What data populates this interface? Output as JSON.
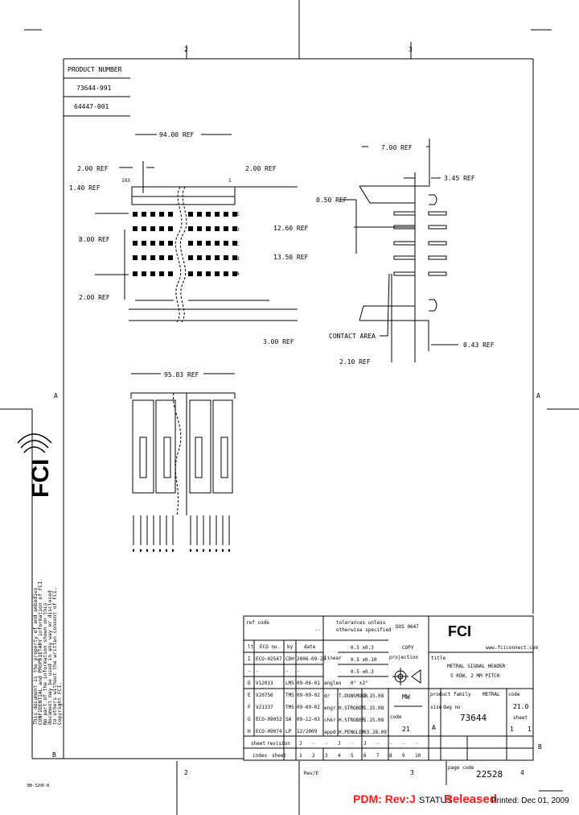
{
  "zones": {
    "top": [
      "2",
      "3"
    ],
    "bottom": [
      "2",
      "3",
      "4"
    ],
    "left": [
      "A",
      "B"
    ],
    "right": [
      "A",
      "B"
    ]
  },
  "product_table": {
    "header": "PRODUCT NUMBER",
    "rows": [
      "73644-991",
      "64447-001"
    ]
  },
  "front_view": {
    "overall": "94.00 REF",
    "pitch_left": "2.00 REF",
    "pitch_right": "2.00 REF",
    "top_offset": "1.40 REF",
    "row_span": "8.00 REF",
    "bottom_pitch": "2.00 REF",
    "height_1": "12.60 REF",
    "height_2": "13.50 REF",
    "base": "3.00 REF",
    "pin_labels": [
      "A",
      "B",
      "C",
      "D",
      "E"
    ],
    "col_first": "193",
    "col_last": "1"
  },
  "side_view": {
    "depth": "7.00 REF",
    "tail": "3.45 REF",
    "offset": "0.50 REF",
    "contact_area": "CONTACT AREA",
    "tip": "0.43 REF",
    "bottom": "2.10 REF"
  },
  "bottom_view": {
    "overall": "95.83 REF"
  },
  "disclaimer": [
    "This document is the property of and embodies",
    "CONFIDENTIAL and PROPRIETARY information of FCI.",
    "No part of the information shown on this",
    "document may be used in any way or disclosed",
    "to others without the written consent of FCI.",
    "Copyright FCI."
  ],
  "logo": "FCI",
  "title_block": {
    "ref_code_label": "ref code",
    "ref_code": "--",
    "tolerance_label": [
      "tolerances unless",
      "otherwise specified"
    ],
    "standard": "DUS 0647",
    "copy": "COPY",
    "tolerances": [
      "0.5 ±0.3",
      "0.5 ±0.10",
      "0.5 ±0.3"
    ],
    "linear_label": "linear",
    "angles_label": "angles",
    "angle_tol": "0° ±2°",
    "projection_label": "projection",
    "rev_header": [
      "lt",
      "ECO no.",
      "by",
      "date"
    ],
    "revisions": [
      [
        "I",
        "ECO-02547",
        "CDH",
        "2006-09-28"
      ],
      [
        "-",
        "-",
        "-",
        "-"
      ],
      [
        "D",
        "V12013",
        "LMS",
        "09-06-01"
      ],
      [
        "E",
        "V20756",
        "TMS",
        "09-09-02"
      ],
      [
        "F",
        "V21337",
        "TMS",
        "09-09-02"
      ],
      [
        "G",
        "ECO-09052",
        "SA",
        "09-12-03"
      ],
      [
        "H",
        "ECO-09074",
        "LP",
        "12/2009"
      ]
    ],
    "signoffs": [
      [
        "dr",
        "T.DUNSMOOR",
        "1.15.08"
      ],
      [
        "engr",
        "H.STROBER",
        "1.15.08"
      ],
      [
        "chkr",
        "H.STROBER",
        "1.15.08"
      ],
      [
        "appd",
        "H.PENGLER",
        "03.28.09"
      ]
    ],
    "mw": "MW",
    "code_label": "code",
    "code_value": "21",
    "website": "www.fciconnect.com",
    "title_label": "title",
    "title": [
      "METRAL SIGNAL HEADER",
      "5 ROW, 2 MM PITCH"
    ],
    "product_family_label": "product family",
    "product_family": "METRAL",
    "size_label": "size",
    "size": "A",
    "dwg_no_label": "dwg no",
    "dwg_no": "73644",
    "code2_label": "code",
    "code2": "21.0",
    "sheet_label": "sheet",
    "sheet": "1",
    "sheet_of": "1",
    "sheet_rev_labels": [
      "sheet",
      "revision"
    ],
    "index_labels": [
      "index",
      "sheet"
    ],
    "sheet_revs": [
      "J",
      "-",
      "-",
      "J",
      "-",
      "J",
      "-",
      "-",
      "-",
      "-"
    ],
    "sheet_numbers": [
      "1",
      "2",
      "3",
      "4",
      "5",
      "6",
      "7",
      "8",
      "9",
      "10"
    ]
  },
  "footer": {
    "rev_note": "Rev/E",
    "page_code_label": "page code",
    "page_code": "22528",
    "pdm": "PDM: Rev:J",
    "status_label": "STATUS",
    "status": "Released",
    "printed": "Printed: Dec 01, 2009",
    "small_code": "BB-3200-B"
  },
  "colors": {
    "status": "#ff1a1a",
    "lines": "#000000"
  }
}
